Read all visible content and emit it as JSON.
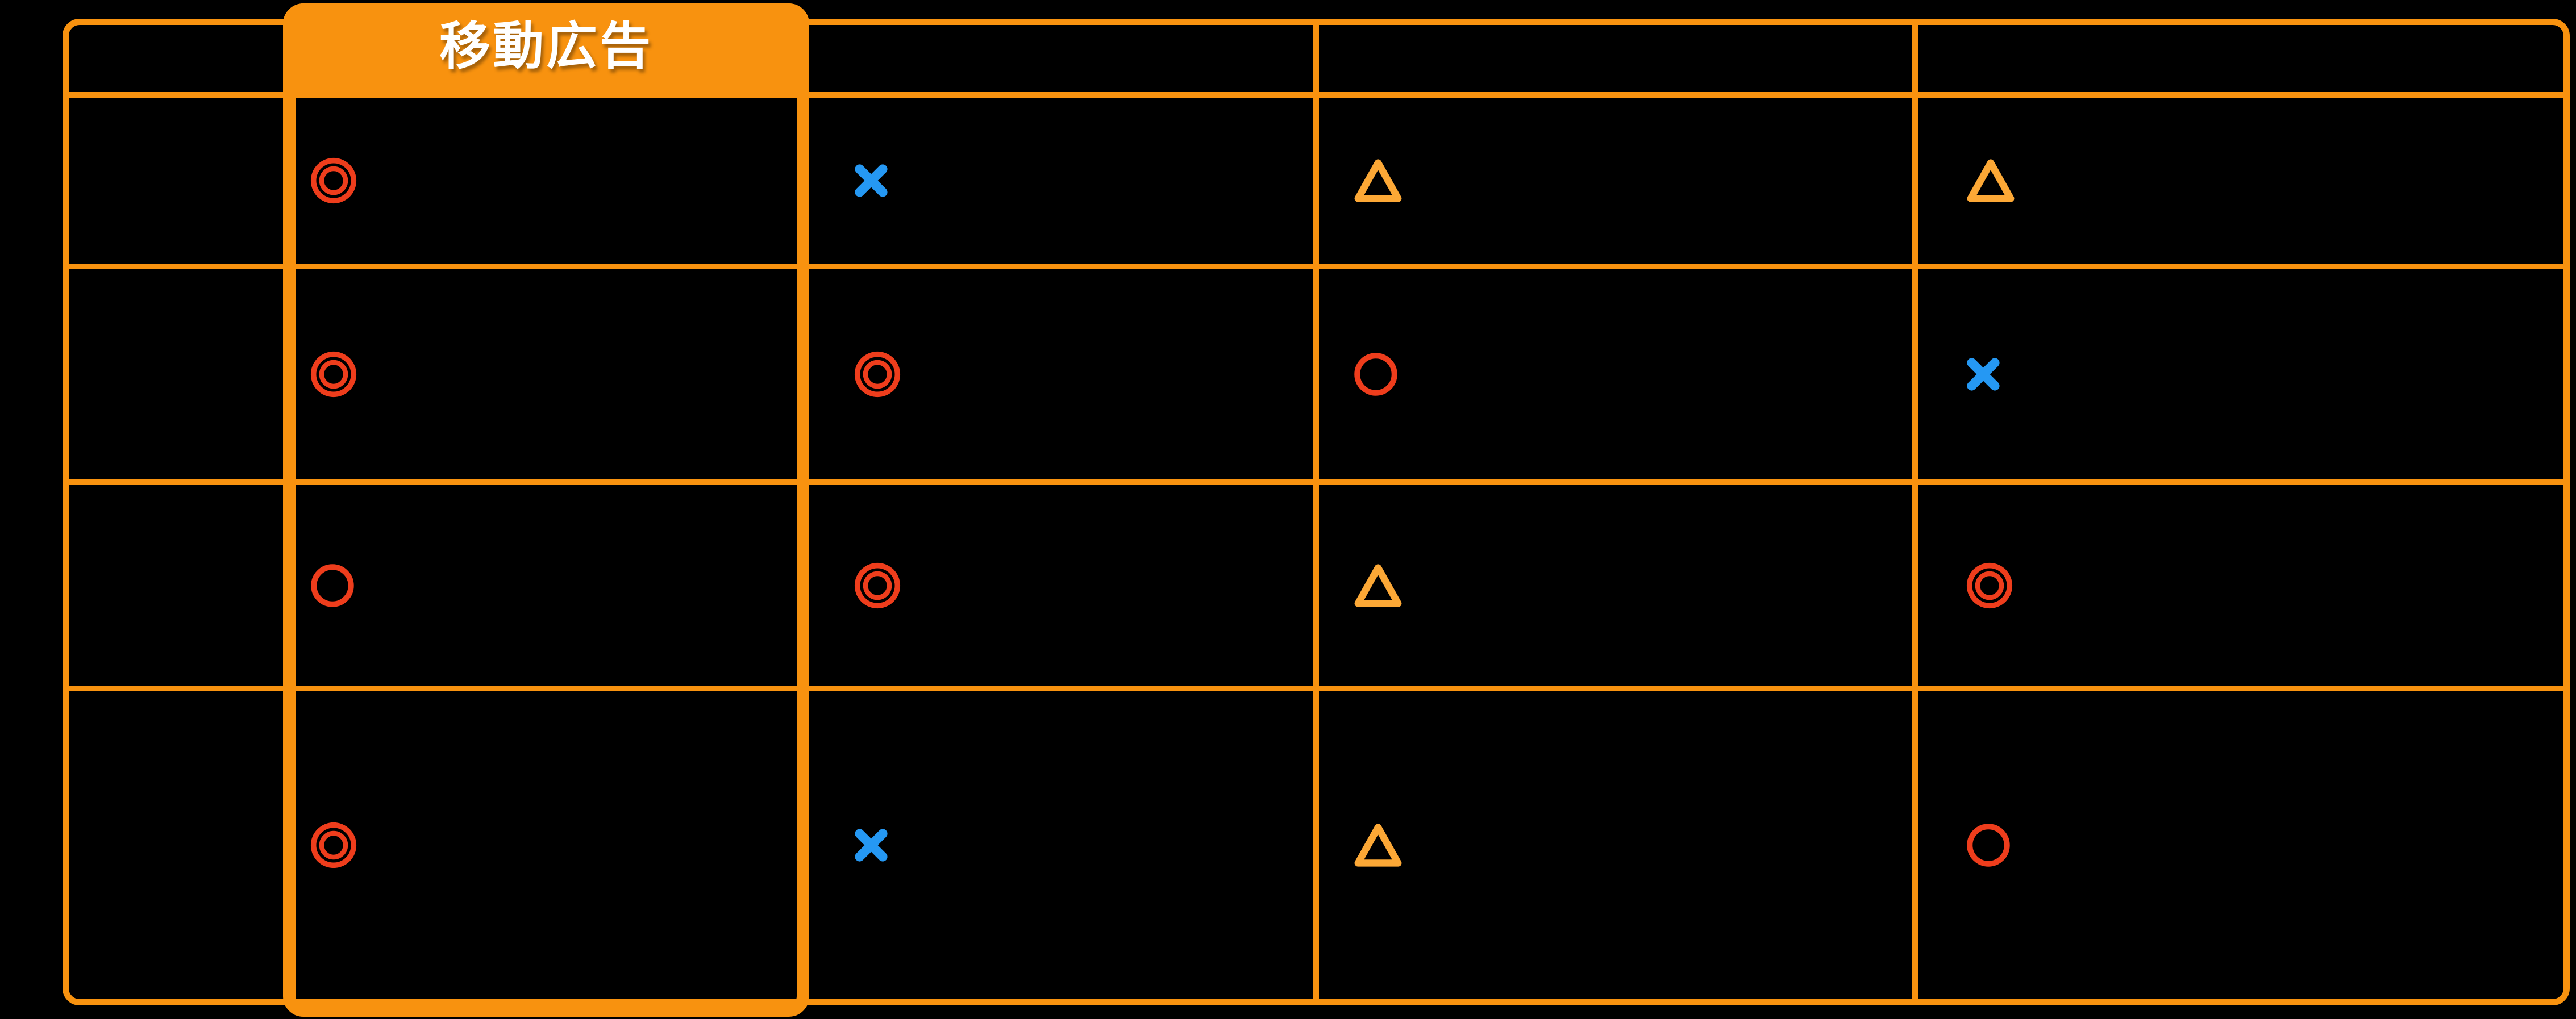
{
  "page": {
    "background_color": "#000000"
  },
  "table": {
    "line_color": "#f8920f",
    "column_headers": [
      "",
      "移動広告",
      "",
      "",
      ""
    ],
    "highlighted_column_index": 1,
    "highlight": {
      "label": "移動広告",
      "fill_color": "#f8920f",
      "text_color": "#ffffff"
    },
    "row_labels": [
      "",
      "",
      "",
      ""
    ],
    "rows": [
      {
        "cells": [
          "double-circle",
          "cross",
          "triangle",
          "triangle"
        ]
      },
      {
        "cells": [
          "double-circle",
          "double-circle",
          "circle",
          "cross"
        ]
      },
      {
        "cells": [
          "circle",
          "double-circle",
          "triangle",
          "double-circle"
        ]
      },
      {
        "cells": [
          "double-circle",
          "cross",
          "triangle",
          "circle"
        ]
      }
    ],
    "symbols": {
      "double-circle": {
        "glyph": "◎",
        "color": "#ee3d1c"
      },
      "circle": {
        "glyph": "○",
        "color": "#ee3d1c"
      },
      "triangle": {
        "glyph": "△",
        "color": "#fca836"
      },
      "cross": {
        "glyph": "✕",
        "color": "#2598f3"
      }
    }
  }
}
